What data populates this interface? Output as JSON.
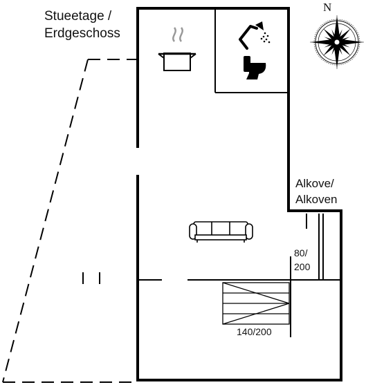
{
  "labels": {
    "floor": [
      "Stueetage /",
      "Erdgeschoss"
    ],
    "alcove": [
      "Alkove/",
      "Alkoven"
    ],
    "bed_small": [
      "80/",
      "200"
    ],
    "bed_large": "140/200",
    "compass_north": "N"
  },
  "icons": {
    "cooking": "cooking-pot-icon",
    "shower": "shower-icon",
    "toilet": "toilet-icon",
    "sofa": "sofa-icon",
    "compass": "compass-rose-icon"
  },
  "colors": {
    "wall": "#000000",
    "background": "#ffffff"
  }
}
